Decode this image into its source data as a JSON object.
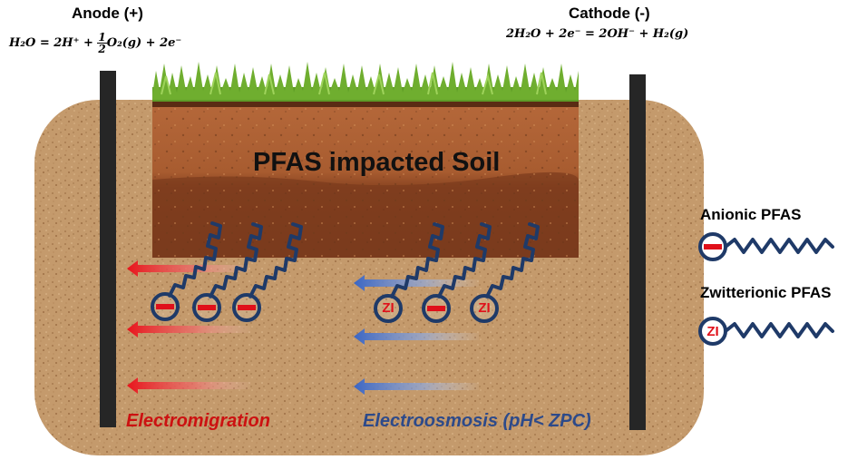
{
  "anode": {
    "title": "Anode (+)",
    "equation_left": "H₂O = 2H⁺ + ",
    "frac_num": "1",
    "frac_den": "2",
    "equation_right": "O₂(g) + 2e⁻"
  },
  "cathode": {
    "title": "Cathode (-)",
    "equation": "2H₂O + 2e⁻ = 2OH⁻ + H₂(g)"
  },
  "soil_label": "PFAS impacted Soil",
  "flows": {
    "electromigration": "Electromigration",
    "electroosmosis": "Electroosmosis (pH< ZPC)"
  },
  "molecule_zi_label": "ZI",
  "legend": {
    "anionic": "Anionic PFAS",
    "zwitterionic": "Zwitterionic PFAS",
    "zi_symbol": "ZI"
  },
  "colors": {
    "electromigration": "#cc1111",
    "electroosmosis": "#2d4a8a",
    "molecule_ring": "#1f3a68",
    "charge": "#e0101a"
  }
}
